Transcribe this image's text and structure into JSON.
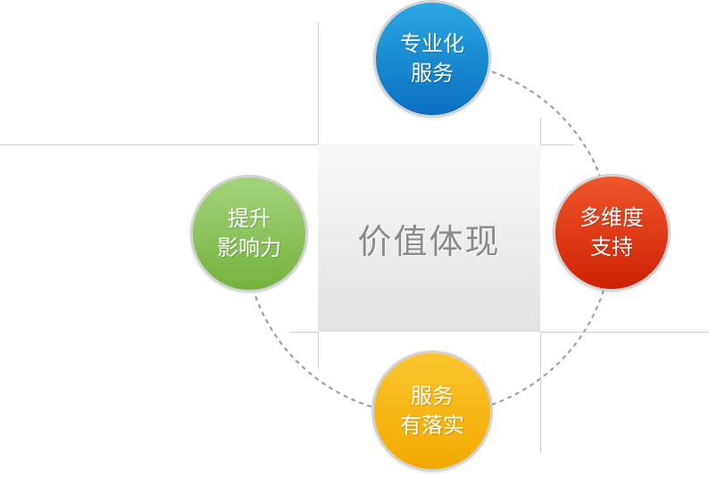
{
  "diagram": {
    "center_label": "价值体现",
    "nodes": [
      {
        "position": "top",
        "line1": "专业化",
        "line2": "服务",
        "gradient_top": "#2ba7e2",
        "gradient_bottom": "#0a6fc0"
      },
      {
        "position": "right",
        "line1": "多维度",
        "line2": "支持",
        "gradient_top": "#f0562b",
        "gradient_bottom": "#cd2105"
      },
      {
        "position": "bottom",
        "line1": "服务",
        "line2": "有落实",
        "gradient_top": "#fcc62e",
        "gradient_bottom": "#f0a800"
      },
      {
        "position": "left",
        "line1": "提升",
        "line2": "影响力",
        "gradient_top": "#a5d37c",
        "gradient_bottom": "#74b33e"
      }
    ],
    "colors": {
      "background": "#ffffff",
      "center_fill_top": "#f8f8f8",
      "center_fill_bottom": "#e2e2e2",
      "center_text": "#8c8c8c",
      "node_text": "#ffffff",
      "node_border": "#d2d2d2",
      "dashed_ring": "#9a9a9a",
      "guide_line": "#cfcfcf"
    }
  }
}
